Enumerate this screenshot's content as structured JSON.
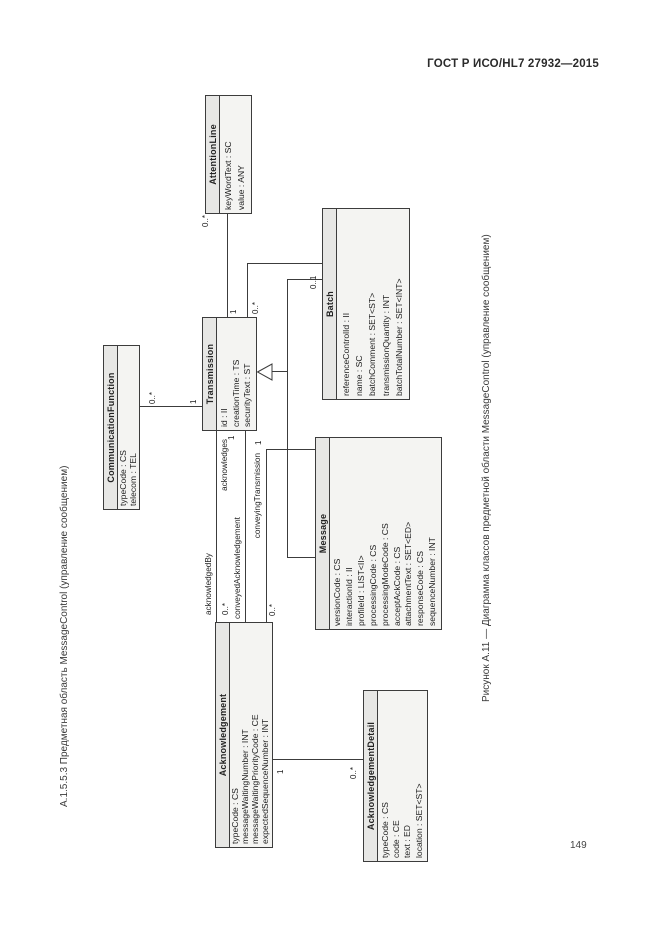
{
  "page": {
    "header": "ГОСТ Р ИСО/HL7 27932—2015",
    "number": "149",
    "section_heading": "А.1.5.5.3 Предметная область MessageControl (управление сообщением)",
    "caption": "Рисунок А.11 — Диаграмма классов предметной области MessageControl (управление сообщением)"
  },
  "diagram": {
    "classes": [
      {
        "name": "AttentionLine",
        "attributes": [
          "keyWordText : SC",
          "value : ANY"
        ]
      },
      {
        "name": "CommunicationFunction",
        "attributes": [
          "typeCode : CS",
          "telecom : TEL"
        ]
      },
      {
        "name": "Transmission",
        "attributes": [
          "id : II",
          "creationTime : TS",
          "securityText : ST"
        ]
      },
      {
        "name": "Batch",
        "attributes": [
          "referenceControlId : II",
          "name : SC",
          "batchComment : SET<ST>",
          "transmissionQuantity : INT",
          "batchTotalNumber : SET<INT>"
        ]
      },
      {
        "name": "Message",
        "attributes": [
          "versionCode : CS",
          "interactionId : II",
          "profileId : LIST<II>",
          "processingCode : CS",
          "processingModeCode : CS",
          "acceptAckCode : CS",
          "attachmentText : SET<ED>",
          "responseCode : CS",
          "sequenceNumber : INT"
        ]
      },
      {
        "name": "Acknowledgement",
        "attributes": [
          "typeCode : CS",
          "messageWaitingNumber : INT",
          "messageWaitingPriorityCode : CE",
          "expectedSequenceNumber : INT"
        ]
      },
      {
        "name": "AcknowledgementDetail",
        "attributes": [
          "typeCode : CS",
          "code : CE",
          "text : ED",
          "location : SET<ST>"
        ]
      }
    ],
    "labels": {
      "attn_mult_attn_end": "0..*",
      "attn_mult_trans_end": "1",
      "cf_mult_cf_end": "0..*",
      "cf_mult_trans_end": "1",
      "batch_mult_trans_end": "0..*",
      "batch_mult_batch_end": "0..1",
      "role_acknowledges": "acknowledges",
      "ack_mult_trans_end": "1",
      "role_acknowledgedBy": "acknowledgedBy",
      "ack_mult_ack_end": "0..*",
      "role_conveyedAcknowledgement": "conveyedAcknowledgement",
      "role_conveyingTransmission": "conveyingTransmission",
      "conveying_mult_msg_end": "1",
      "conveying_mult_ack_end": "0..*",
      "detail_mult_ack_end": "1",
      "detail_mult_detail_end": "0..*"
    }
  }
}
